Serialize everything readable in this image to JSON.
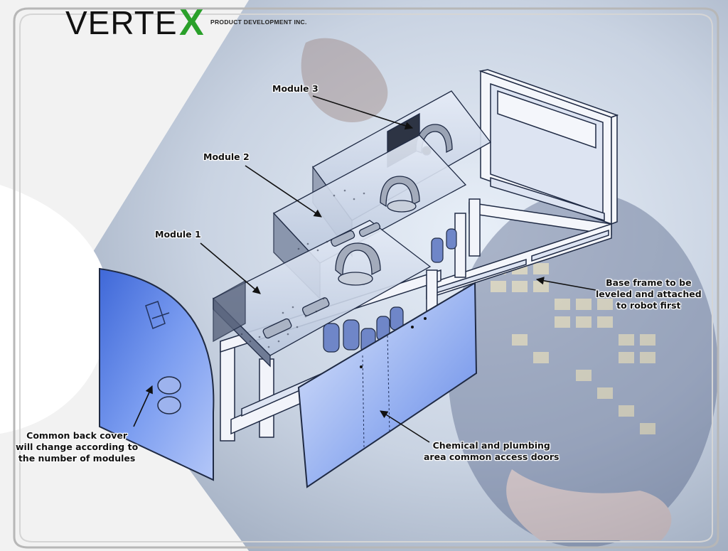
{
  "logo": {
    "brand_prefix": "VERTE",
    "brand_letter": "X",
    "brand_subtitle": "PRODUCT DEVELOPMENT INC."
  },
  "colors": {
    "logo_green": "#2aa02a",
    "panel_blue": "#6d8fe6",
    "frame_stroke": "#1f2a44"
  },
  "callouts": {
    "module3": "Module 3",
    "module2": "Module 2",
    "module1": "Module 1",
    "base_frame": [
      "Base frame to be",
      "leveled and attached",
      "to robot first"
    ],
    "back_cover": [
      "Common back cover",
      "will change according to",
      "the number of modules"
    ],
    "access_doors": [
      "Chemical and plumbing",
      "area common access doors"
    ]
  }
}
